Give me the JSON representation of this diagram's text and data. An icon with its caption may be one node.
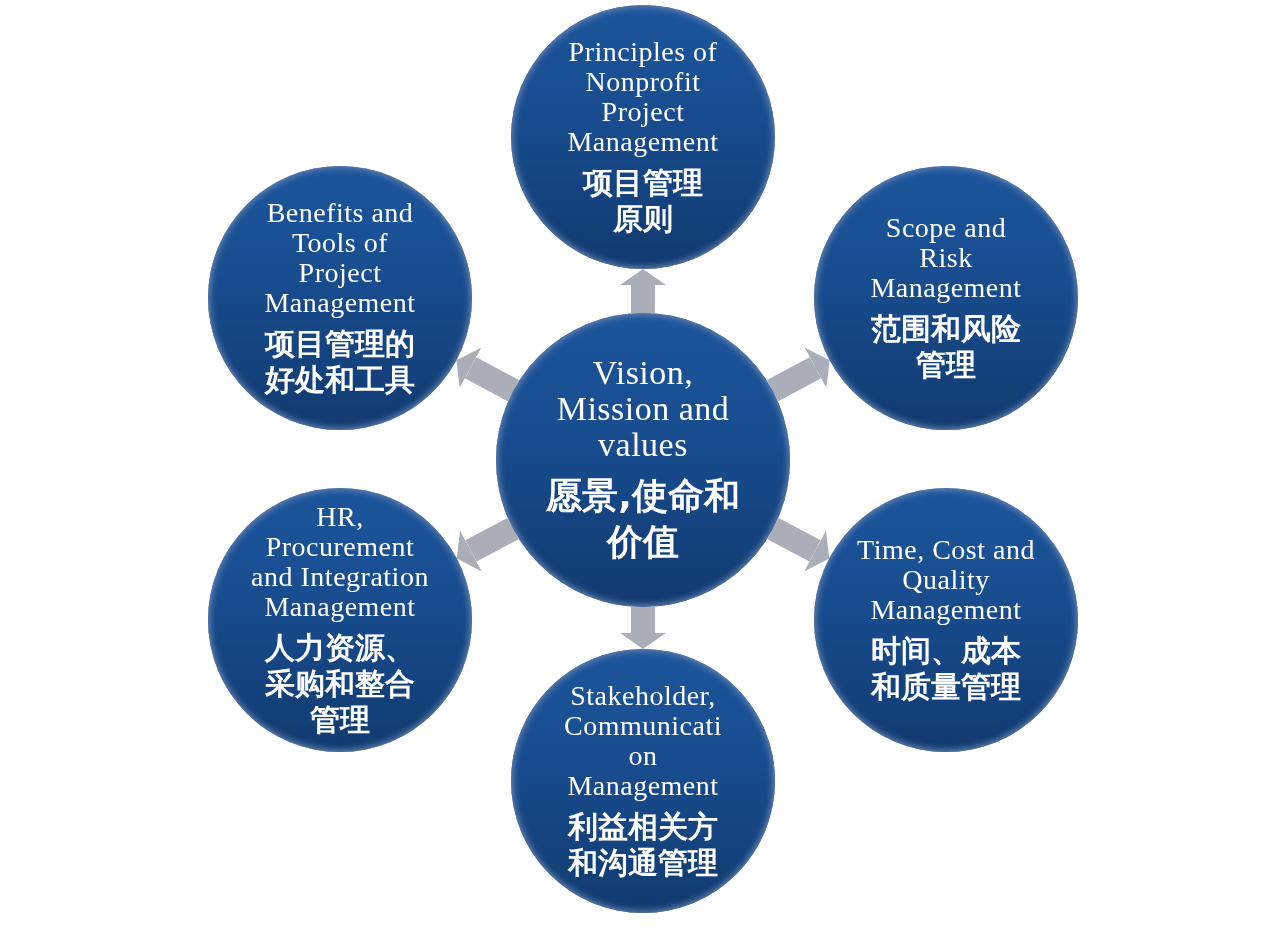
{
  "diagram": {
    "nodes": [
      {
        "text": [
          "Vision, Mission and values",
          "愿景,使命和价值"
        ]
      },
      {
        "text": [
          "Principles of Nonprofit Project Management",
          "项目管理原则"
        ]
      },
      {
        "text": [
          "Scope and Risk Management",
          "范围和风险管理"
        ]
      },
      {
        "text": [
          "Time, Cost and Quality Management",
          "时间、成本和质量管理"
        ]
      },
      {
        "text": [
          "Stakeholder, Communicati on Management",
          "利益相关方和沟通管理"
        ]
      },
      {
        "text": [
          "HR, Procurement and Integration Management",
          "人力资源、采购和整合管理"
        ]
      },
      {
        "text": [
          "Benefits and Tools of Project Management",
          "项目管理的好处和工具"
        ]
      }
    ],
    "edges": [
      {
        "from": 0,
        "to": 1,
        "arrow": "to"
      },
      {
        "from": 0,
        "to": 2,
        "arrow": "to"
      },
      {
        "from": 0,
        "to": 3,
        "arrow": "to"
      },
      {
        "from": 0,
        "to": 4,
        "arrow": "to"
      },
      {
        "from": 0,
        "to": 5,
        "arrow": "to"
      },
      {
        "from": 0,
        "to": 6,
        "arrow": "to"
      }
    ]
  }
}
